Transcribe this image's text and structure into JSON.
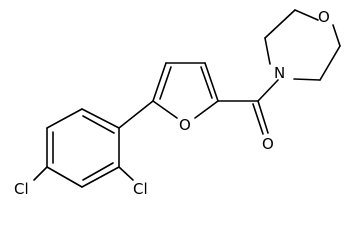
{
  "molecule": {
    "atoms": {
      "oxygen_morpholine": "O",
      "nitrogen_morpholine": "N",
      "oxygen_furan": "O",
      "oxygen_carbonyl": "O",
      "chlorine_para": "Cl",
      "chlorine_ortho": "Cl"
    },
    "bond_color": "#000000",
    "background": "#ffffff"
  }
}
